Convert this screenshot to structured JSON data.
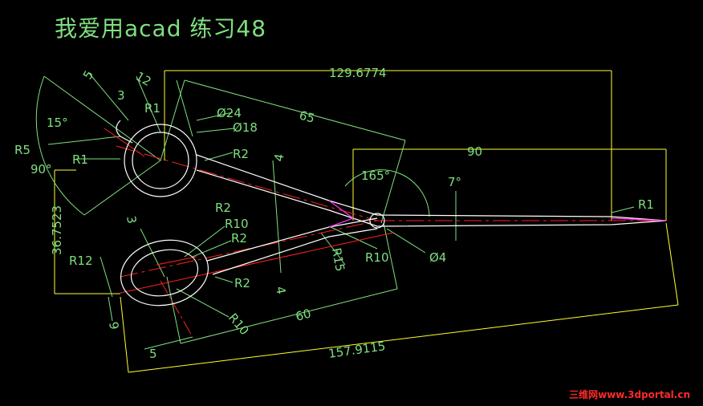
{
  "title": "我爱用acad 练习48",
  "watermark": "三维网www.3dportal.cn",
  "colors": {
    "background": "#000000",
    "dimension": "#7fe07f",
    "outline": "#ffffff",
    "centerline": "#ff2020",
    "extension": "#ffff33",
    "highlight": "#ff33ff"
  },
  "dimensions": {
    "d1": "129.6774",
    "d2": "65",
    "d3": "90",
    "d4": "60",
    "d5": "157.9115",
    "d6": "36.7523",
    "d7": "5",
    "d8": "3",
    "d9": "12",
    "d10": "R1",
    "d11": "Ø24",
    "d12": "Ø18",
    "d13": "15°",
    "d14": "R5",
    "d15": "R1",
    "d16": "R2",
    "d17": "90°",
    "d18": "4",
    "d19": "165°",
    "d20": "7°",
    "d21": "R1",
    "d22": "R2",
    "d23": "R10",
    "d24": "R2",
    "d25": "3",
    "d26": "R12",
    "d27": "R15",
    "d28": "R10",
    "d29": "Ø4",
    "d30": "4",
    "d31": "R2",
    "d32": "R10",
    "d33": "9",
    "d34": "5"
  }
}
